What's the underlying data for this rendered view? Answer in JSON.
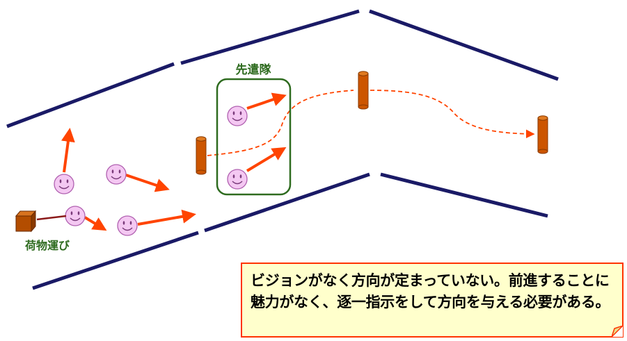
{
  "labels": {
    "advance_team": "先遣隊",
    "cargo_carriers": "荷物運び"
  },
  "note": {
    "text": "ビジョンがなく方向が定まっていない。前進することに魅力がなく、逐一指示をして方向を与える必要がある。"
  },
  "colors": {
    "wall": "#1a1a66",
    "arrow": "#ff4400",
    "face_fill": "#f4c8f2",
    "face_stroke": "#b060b0",
    "group_border": "#2e6b1f",
    "label_green": "#2e6b1f",
    "post_fill": "#cc5500",
    "post_top": "#e07a20",
    "box_fill": "#b34d00",
    "box_top": "#d8731f",
    "note_bg": "#ffffcc",
    "note_border": "#ff3300"
  }
}
